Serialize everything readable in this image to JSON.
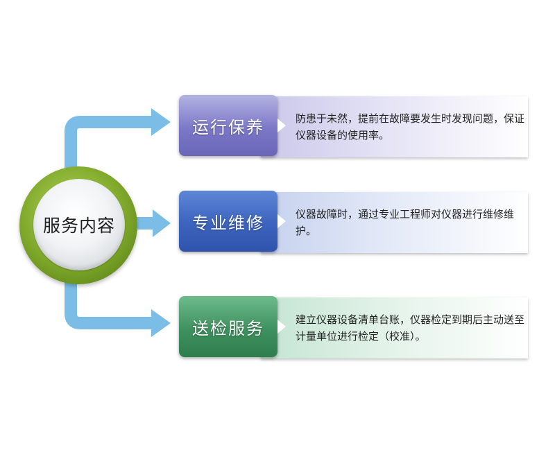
{
  "colors": {
    "connector": "#7bbde6",
    "hub_ring": "#7ea82a",
    "badge_maintenance": "#7c78c8",
    "badge_repair": "#3c63bd",
    "badge_inspection": "#3e915e"
  },
  "hub": {
    "label": "服务内容"
  },
  "services": [
    {
      "title": "运行保养",
      "description": "防患于未然，提前在故障要发生时发现问题，保证仪器设备的使用率。"
    },
    {
      "title": "专业维修",
      "description": "仪器故障时，通过专业工程师对仪器进行维修维护。"
    },
    {
      "title": "送检服务",
      "description": "建立仪器设备清单台账，仪器检定到期后主动送至计量单位进行检定（校准）。"
    }
  ]
}
